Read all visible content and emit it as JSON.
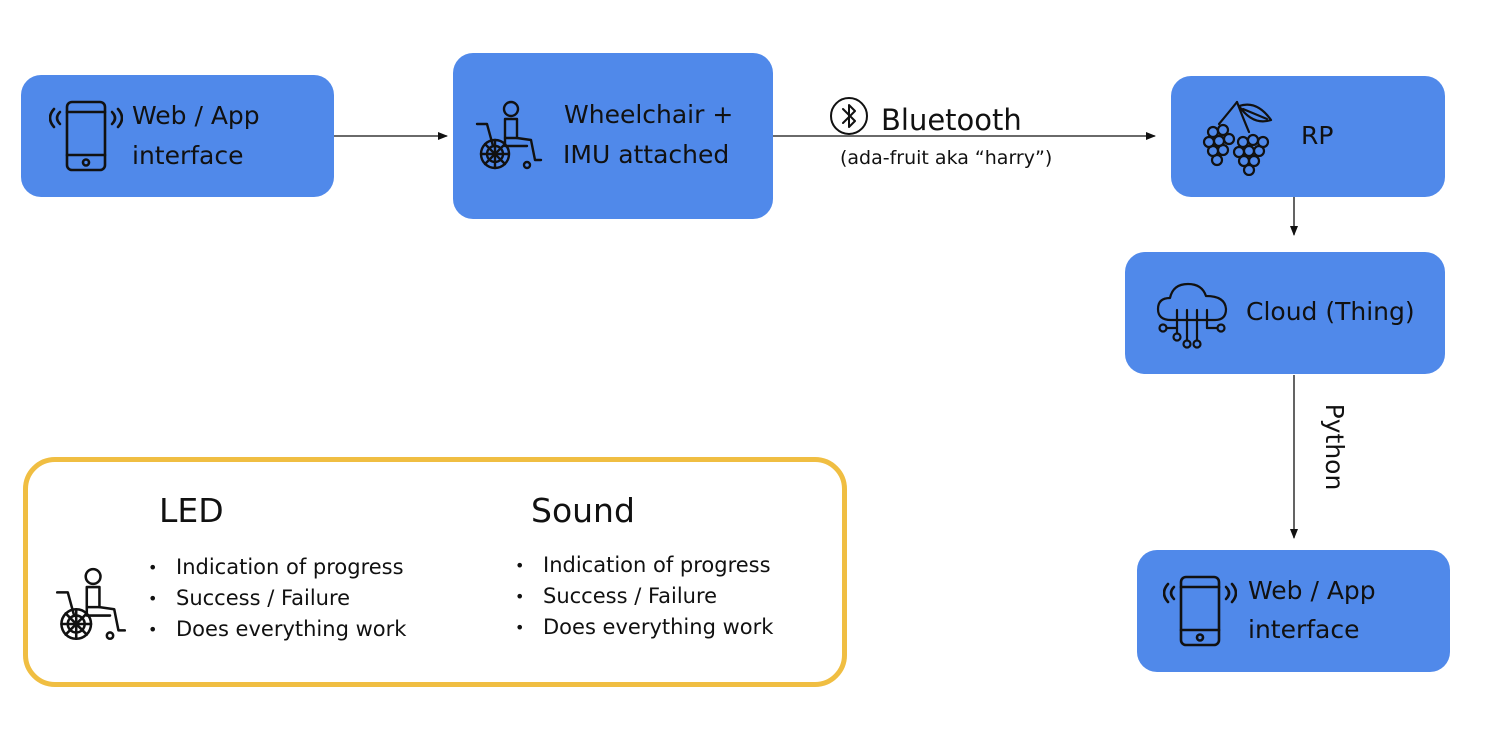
{
  "nodes": {
    "app_top": {
      "line1": "Web / App",
      "line2": "interface",
      "icon": "smartphone-signal-icon"
    },
    "wheelchair": {
      "line1": "Wheelchair +",
      "line2": "IMU attached",
      "icon": "wheelchair-user-icon"
    },
    "rp": {
      "label": "RP",
      "icon": "raspberry-icon"
    },
    "cloud": {
      "label": "Cloud (Thing)",
      "icon": "cloud-network-icon"
    },
    "app_bottom": {
      "line1": "Web / App",
      "line2": "interface",
      "icon": "smartphone-signal-icon"
    }
  },
  "edges": {
    "bluetooth": {
      "label": "Bluetooth",
      "sublabel": "(ada-fruit aka “harry”)",
      "icon": "bluetooth-icon"
    },
    "python": {
      "label": "Python"
    }
  },
  "legend": {
    "icon": "wheelchair-user-icon",
    "led": {
      "title": "LED",
      "items": [
        "Indication of progress",
        "Success / Failure",
        "Does everything work"
      ]
    },
    "sound": {
      "title": "Sound",
      "items": [
        "Indication of progress",
        "Success / Failure",
        "Does everything work"
      ]
    }
  },
  "colors": {
    "node_fill": "#5089ea",
    "legend_border": "#f0be42",
    "line": "#111111"
  }
}
